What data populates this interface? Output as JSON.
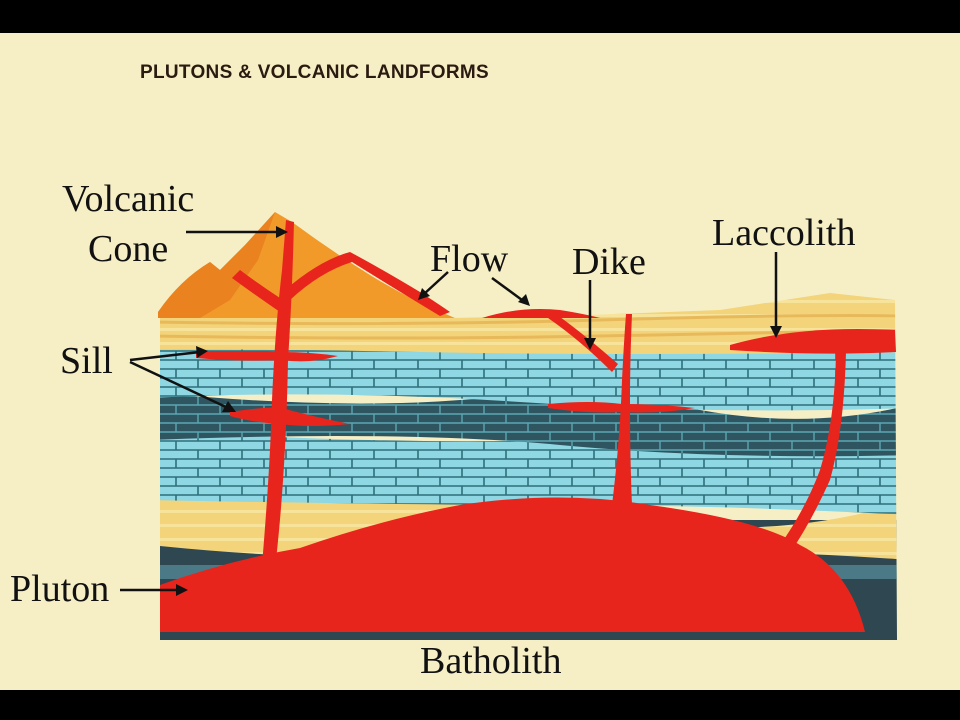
{
  "title": "PLUTONS & VOLCANIC LANDFORMS",
  "labels": {
    "volcanic_line1": "Volcanic",
    "volcanic_line2": "Cone",
    "flow": "Flow",
    "dike": "Dike",
    "laccolith": "Laccolith",
    "sill": "Sill",
    "pluton": "Pluton",
    "batholith": "Batholith"
  },
  "colors": {
    "magma": "#e8251c",
    "magma_dark": "#c8140f",
    "sandstone": "#f3d47a",
    "sandstone_light": "#f8e39a",
    "limestone": "#8ed7e3",
    "limestone_lines": "#2f6f7a",
    "shale": "#2f5560",
    "volcano": "#f19a2a",
    "volcano_dark": "#e57a1c",
    "background": "#f6efc6"
  }
}
